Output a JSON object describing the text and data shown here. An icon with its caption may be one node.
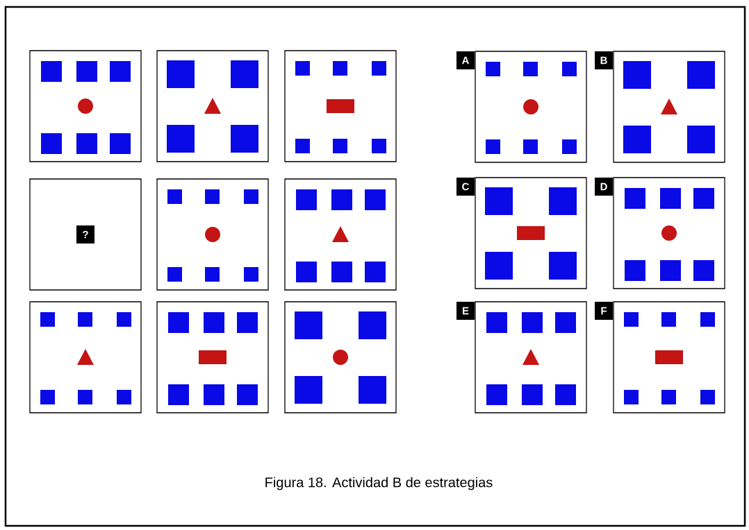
{
  "diagram": {
    "caption": "Figura 18. Actividad B de estrategias",
    "nodes": [
      {
        "text": [],
        "shape": "box"
      },
      {
        "text": [],
        "shape": "box"
      },
      {
        "text": [],
        "shape": "box"
      },
      {
        "text": [
          "?"
        ]
      },
      {
        "text": [],
        "shape": "box"
      },
      {
        "text": [],
        "shape": "box"
      },
      {
        "text": [],
        "shape": "box"
      },
      {
        "text": [],
        "shape": "box"
      },
      {
        "text": [],
        "shape": "box"
      },
      {
        "text": [
          "A"
        ]
      },
      {
        "text": [
          "B"
        ]
      },
      {
        "text": [
          "C"
        ]
      },
      {
        "text": [
          "D"
        ]
      },
      {
        "text": [
          "E"
        ]
      },
      {
        "text": [
          "F"
        ]
      }
    ]
  }
}
